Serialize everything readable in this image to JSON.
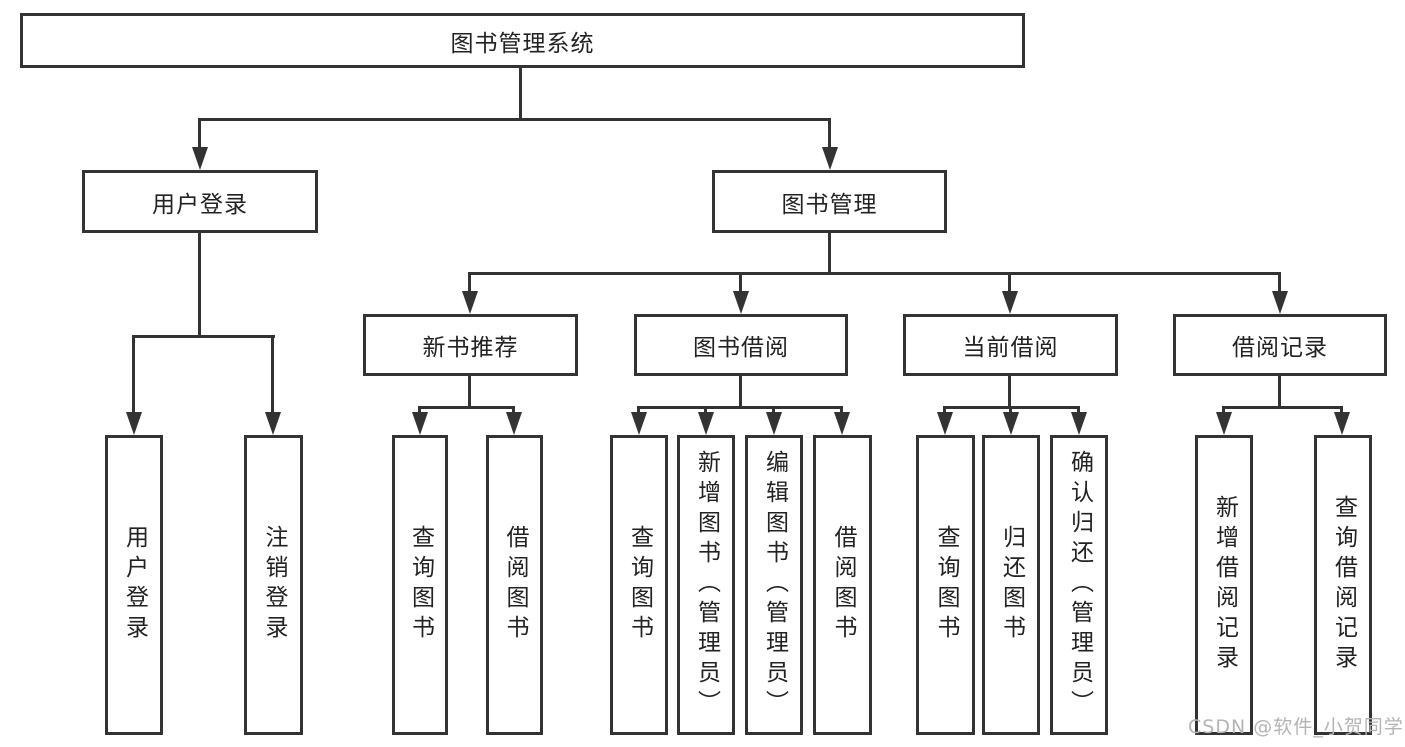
{
  "tree": {
    "root": {
      "label": "图书管理系统",
      "children": [
        {
          "label": "用户登录",
          "children": [
            {
              "label": "用户登录"
            },
            {
              "label": "注销登录"
            }
          ]
        },
        {
          "label": "图书管理",
          "children": [
            {
              "label": "新书推荐",
              "children": [
                {
                  "label": "查询图书"
                },
                {
                  "label": "借阅图书"
                }
              ]
            },
            {
              "label": "图书借阅",
              "children": [
                {
                  "label": "查询图书"
                },
                {
                  "label": "新增图书（管理员）"
                },
                {
                  "label": "编辑图书（管理员）"
                },
                {
                  "label": "借阅图书"
                }
              ]
            },
            {
              "label": "当前借阅",
              "children": [
                {
                  "label": "查询图书"
                },
                {
                  "label": "归还图书"
                },
                {
                  "label": "确认归还（管理员）"
                }
              ]
            },
            {
              "label": "借阅记录",
              "children": [
                {
                  "label": "新增借阅记录"
                },
                {
                  "label": "查询借阅记录"
                }
              ]
            }
          ]
        }
      ]
    }
  },
  "watermark": {
    "text": "CSDN @软件_小贺同学"
  },
  "colors": {
    "line": "#333333",
    "text": "#222222",
    "box_background": "#ffffff",
    "page_background": "#ffffff",
    "watermark": "#b4b4b4"
  }
}
